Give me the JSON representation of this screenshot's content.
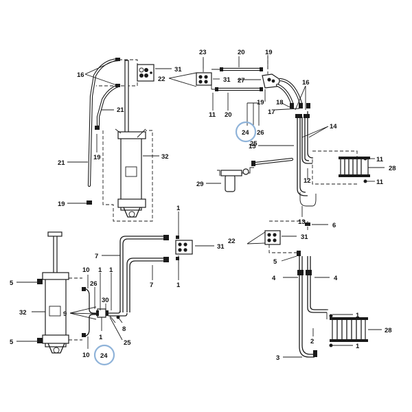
{
  "diagram": {
    "callouts": {
      "c16a": "16",
      "c31a": "31",
      "c22a": "22",
      "c21a": "21",
      "c19a": "19",
      "c21b": "21",
      "c32a": "32",
      "c19b": "19",
      "c23": "23",
      "c20a": "20",
      "c19c": "19",
      "c22b": "22",
      "c31b": "31",
      "c27": "27",
      "c16b": "16",
      "c11a": "11",
      "c20b": "20",
      "c19d": "19",
      "c18": "18",
      "c17": "17",
      "c14": "14",
      "c24a": "24",
      "c26a": "26",
      "c25a": "25",
      "c15": "15",
      "c11b": "11",
      "c28a": "28",
      "c12": "12",
      "c11c": "11",
      "c29": "29",
      "c13": "13",
      "c1a": "1",
      "c31c": "31",
      "c7a": "7",
      "c7b": "7",
      "c1b": "1",
      "c6": "6",
      "c22c": "22",
      "c31d": "31",
      "c5a": "5",
      "c10a": "10",
      "c1c": "1",
      "c1d": "1",
      "c26b": "26",
      "c30": "30",
      "c5b": "5",
      "c32b": "32",
      "c9": "9",
      "c8": "8",
      "c1e": "1",
      "c25b": "25",
      "c10b": "10",
      "c24b": "24",
      "c5c": "5",
      "c4a": "4",
      "c4b": "4",
      "c1f": "1",
      "c2": "2",
      "c28b": "28",
      "c1g": "1",
      "c3": "3"
    },
    "highlight_color": "#8fb3d9",
    "line_color": "#1a1a1a"
  }
}
